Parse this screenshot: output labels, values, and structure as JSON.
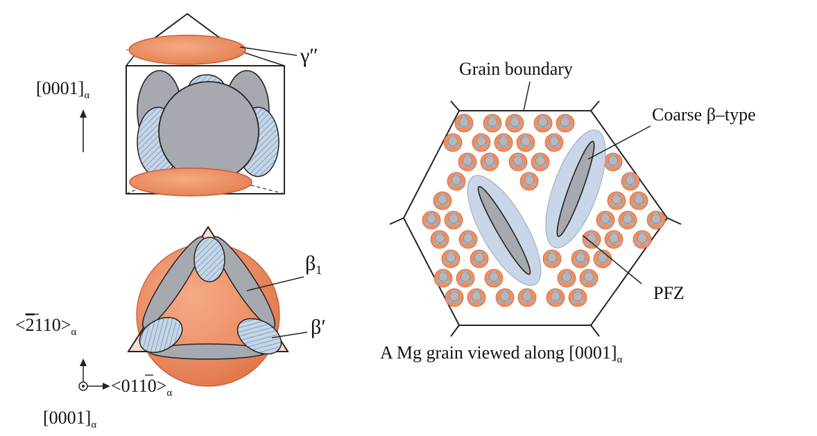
{
  "colors": {
    "orange_fill": "#f0976b",
    "orange_stroke": "#c85a30",
    "gray_fill": "#a7a9b0",
    "hatch_fill": "#c6d6e6",
    "halo_fill": "#c8d6e8",
    "line": "#222222"
  },
  "left_top": {
    "axis_label_main": "[0001]",
    "axis_label_sub": "α",
    "gamma_label": "γ″"
  },
  "left_bottom": {
    "beta1_main": "β",
    "beta1_sub": "1",
    "beta_prime": "β′",
    "dir1_lt": "<",
    "dir1_bar": "2",
    "dir1_rest": "110>",
    "dir1_sub": "α",
    "dir2_lt": "<01",
    "dir2_bar": "1",
    "dir2_rest": "0>",
    "dir2_sub": "α",
    "dir3_main": "[0001]",
    "dir3_sub": "α"
  },
  "right": {
    "grain_boundary_label": "Grain boundary",
    "coarse_label": "Coarse β–type",
    "pfz_label": "PFZ",
    "caption_main": "A Mg grain viewed along [0001]",
    "caption_sub": "α"
  }
}
